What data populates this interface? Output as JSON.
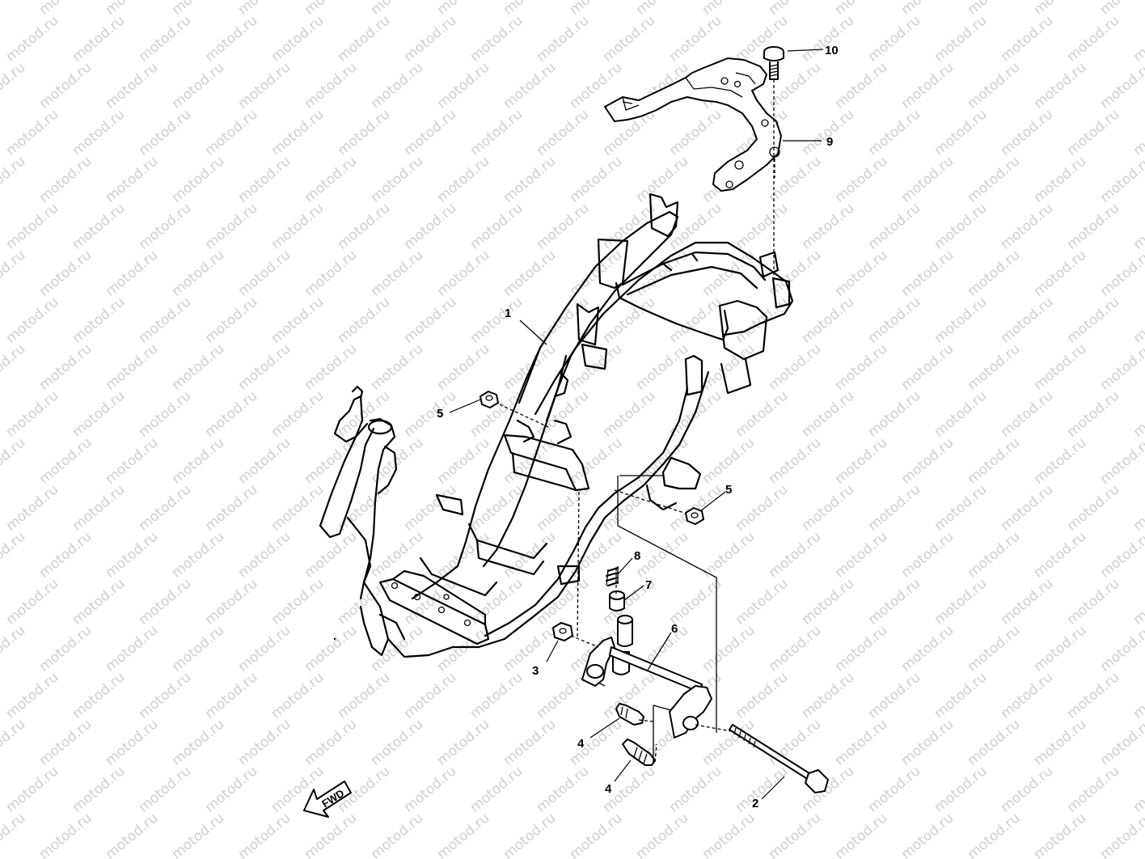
{
  "watermark": {
    "text": "motod.ru"
  },
  "diagram": {
    "callouts": [
      {
        "id": "c1",
        "label": "1"
      },
      {
        "id": "c2",
        "label": "2"
      },
      {
        "id": "c3",
        "label": "3"
      },
      {
        "id": "c4a",
        "label": "4"
      },
      {
        "id": "c4b",
        "label": "4"
      },
      {
        "id": "c5a",
        "label": "5"
      },
      {
        "id": "c5b",
        "label": "5"
      },
      {
        "id": "c6",
        "label": "6"
      },
      {
        "id": "c7",
        "label": "7"
      },
      {
        "id": "c8",
        "label": "8"
      },
      {
        "id": "c9",
        "label": "9"
      },
      {
        "id": "c10",
        "label": "10"
      }
    ],
    "direction_arrow": {
      "label": "FWD"
    }
  }
}
